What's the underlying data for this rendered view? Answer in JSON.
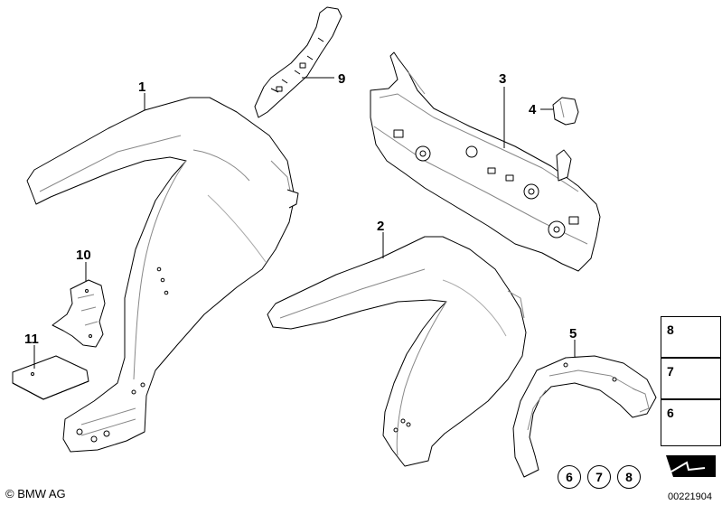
{
  "callouts": {
    "c1": "1",
    "c2": "2",
    "c3": "3",
    "c4": "4",
    "c5": "5",
    "c9": "9",
    "c10": "10",
    "c11": "11"
  },
  "kit_circles": [
    "6",
    "7",
    "8"
  ],
  "legend": {
    "items": [
      {
        "number": "8",
        "icon": "push-rivet-icon"
      },
      {
        "number": "7",
        "icon": "hex-nut-icon"
      },
      {
        "number": "6",
        "icon": "screw-icon"
      }
    ],
    "arrow_icon": "direction-arrow-icon"
  },
  "footer": {
    "copyright": "© BMW AG",
    "figure_id": "00221904"
  },
  "colors": {
    "line": "#000000",
    "detail": "#888888",
    "background": "#ffffff"
  }
}
